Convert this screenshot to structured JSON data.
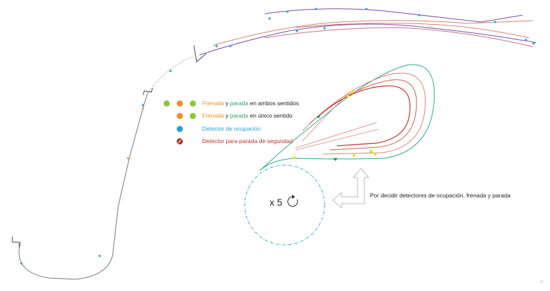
{
  "colors": {
    "braking": "#e8902c",
    "stop": "#8cc63f",
    "stop_text": "#2aa070",
    "occupancy": "#29a0d8",
    "safety_stop": "#c0302a",
    "track_main": "#777777",
    "track_purple": "#8a4aa0",
    "track_red": "#d24040",
    "track_salmon": "#d88070",
    "track_green": "#2aaa8a"
  },
  "legend": {
    "row1": {
      "braking": "Frenada",
      "and": " y ",
      "stop": "parada",
      "rest": " en ambos sentidos"
    },
    "row2": {
      "braking": "Frenada",
      "and": " y ",
      "stop": "parada",
      "rest": " en único sentido"
    },
    "row3": {
      "text": "Detector de ocupación"
    },
    "row4": {
      "text": "Detector para parada de seguridad"
    }
  },
  "note": "Por decidir detectores de ocupación, frenada y parada",
  "loop_label": "x 5",
  "watermark": "fv"
}
